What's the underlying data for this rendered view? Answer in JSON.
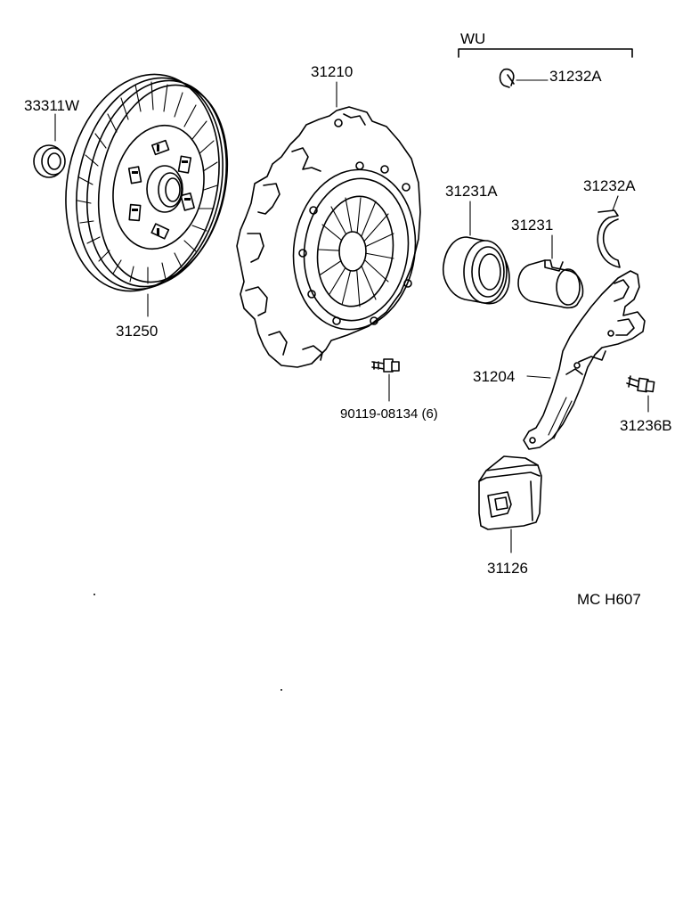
{
  "labels": {
    "wu": "WU",
    "p31232A_top": "31232A",
    "p33311W": "33311W",
    "p31210": "31210",
    "p31231A": "31231A",
    "p31232A_clip": "31232A",
    "p31231": "31231",
    "p31250": "31250",
    "p31204": "31204",
    "p90119": "90119-08134 (6)",
    "p31236B": "31236B",
    "p31126": "31126"
  },
  "footer": {
    "code": "MC H607"
  }
}
